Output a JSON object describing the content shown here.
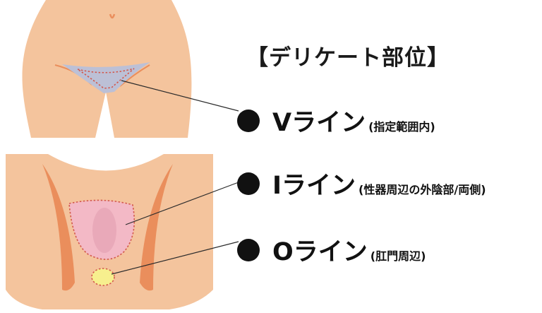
{
  "title": "【デリケート部位】",
  "labels": [
    {
      "main": "Vライン",
      "note": "(指定範囲内)"
    },
    {
      "main": "Iライン",
      "note": "(性器周辺の外陰部/両側)"
    },
    {
      "main": "Oライン",
      "note": "(肛門周辺)"
    }
  ],
  "colors": {
    "skin": "#f4c49d",
    "shadow": "#ea8e5c",
    "v_zone_fill": "#bcc0d6",
    "i_zone_fill": "#f3b9c6",
    "o_zone_fill": "#f7ef8e",
    "zone_outline": "#d2584c",
    "leader_line": "#2b2b2b"
  }
}
